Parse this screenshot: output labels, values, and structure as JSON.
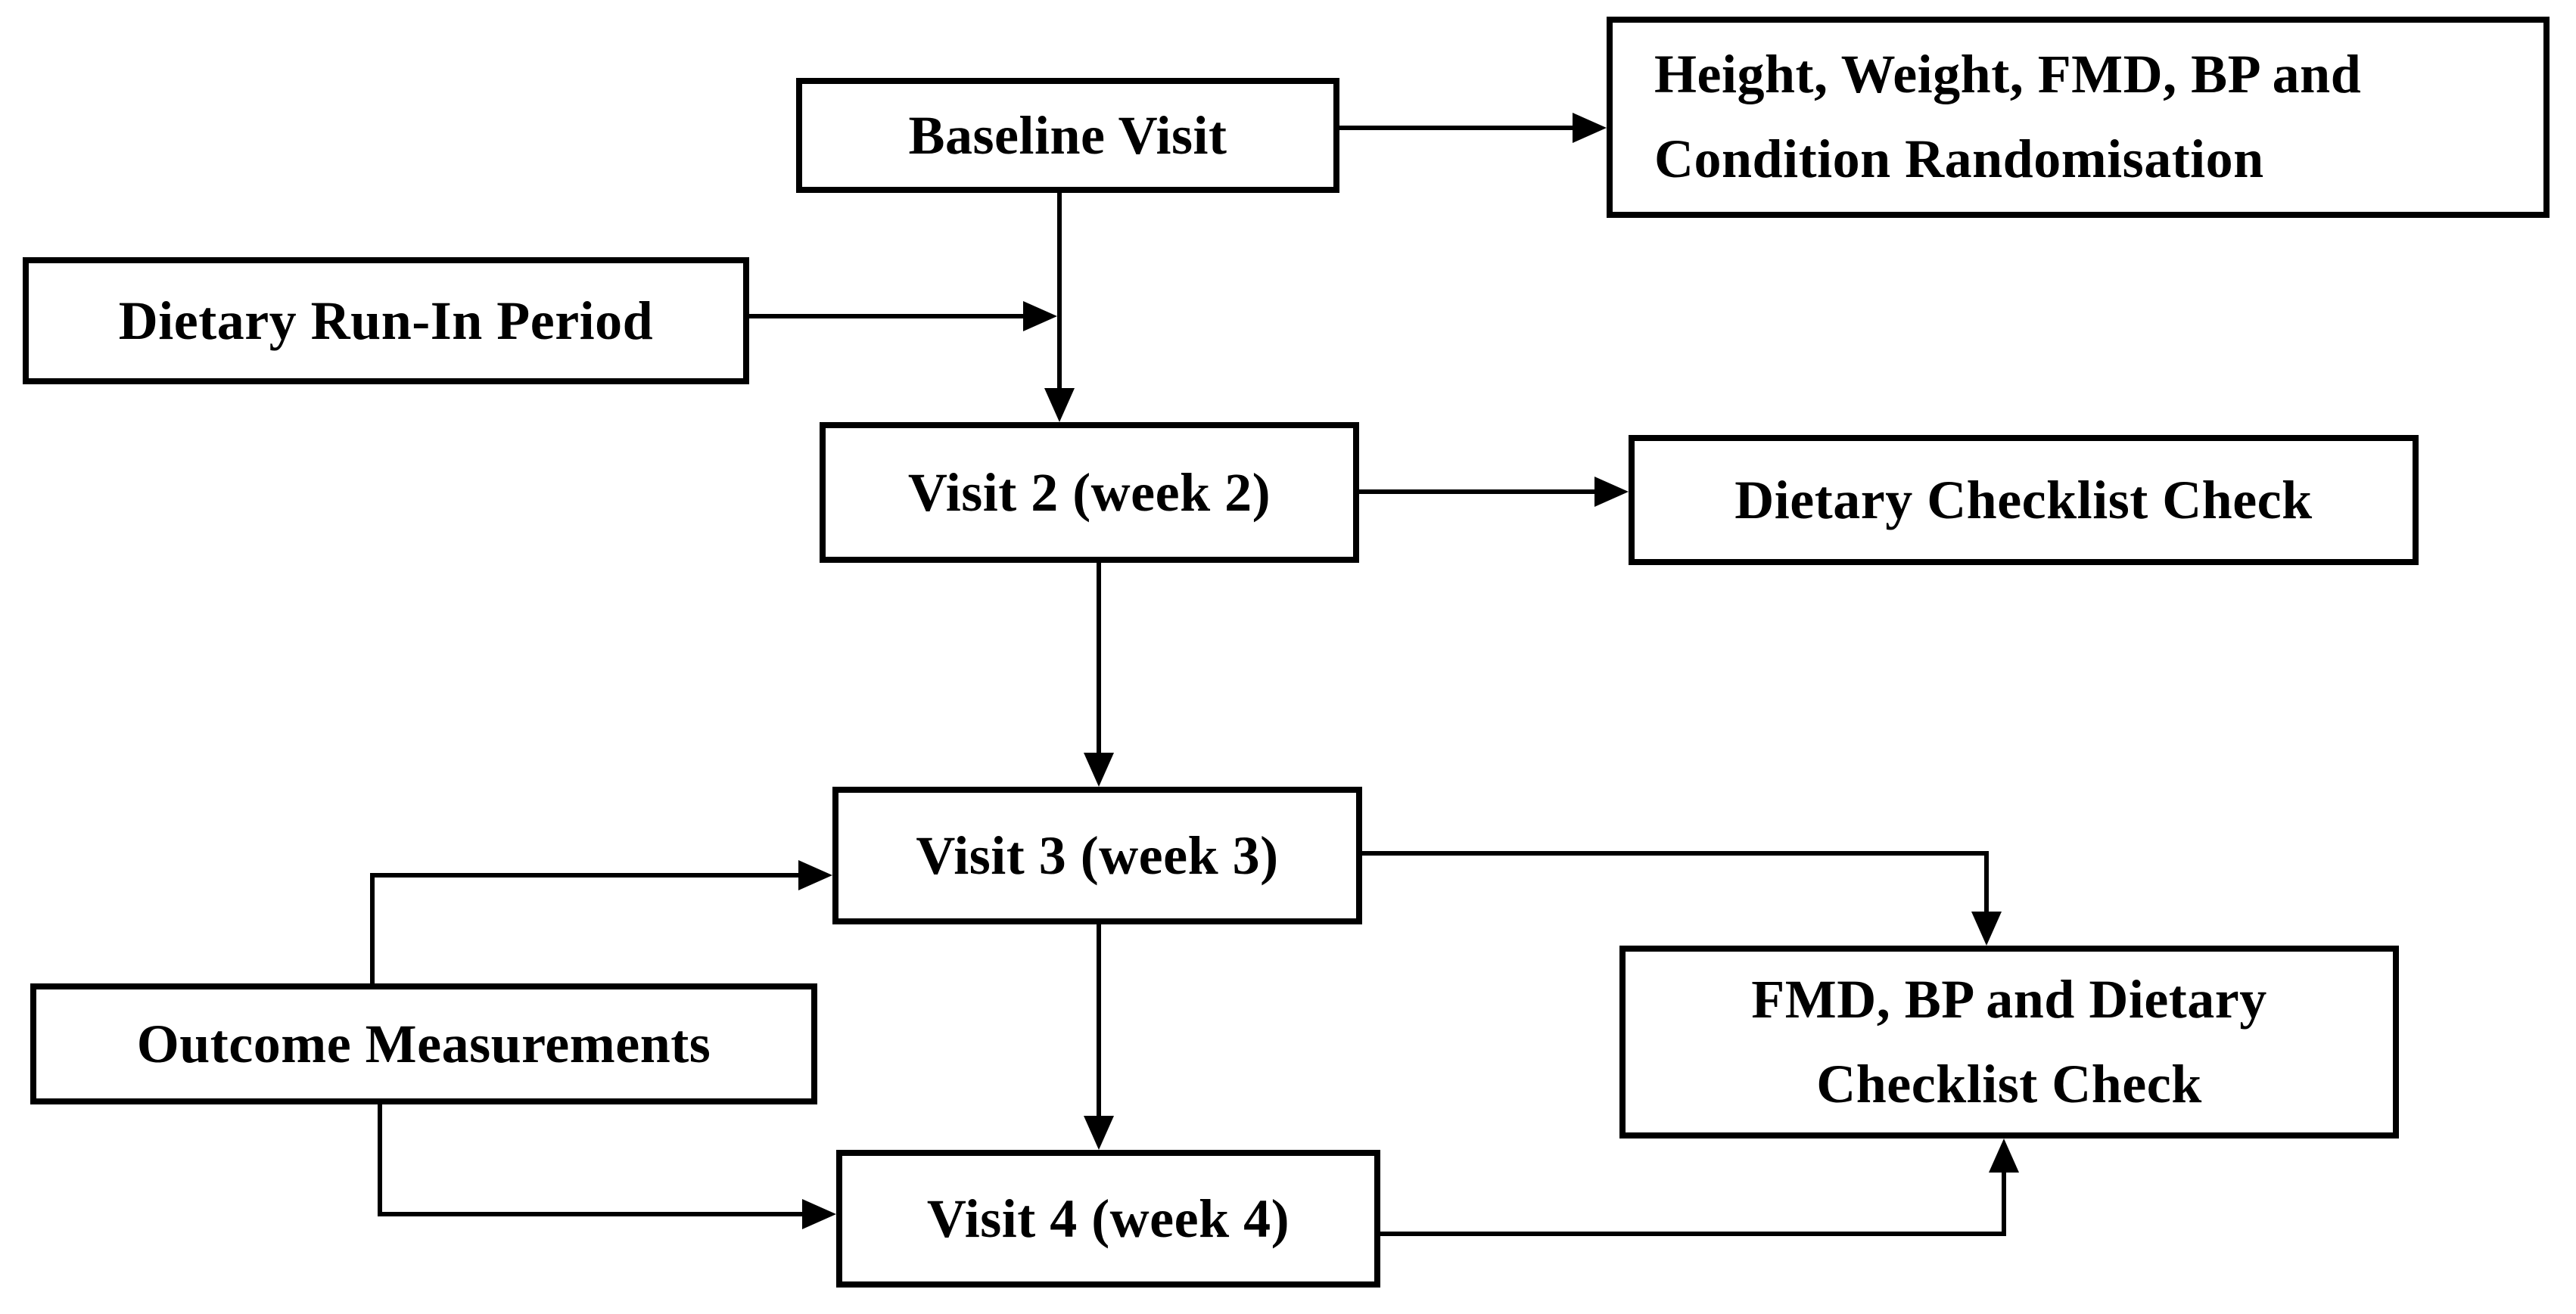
{
  "diagram": {
    "background_color": "#ffffff",
    "line_color": "#000000",
    "box_fill": "#ffffff",
    "nodes": {
      "baseline": {
        "label": "Baseline Visit"
      },
      "baseline_measures": {
        "line1": "Height, Weight, FMD, BP and",
        "line2": "Condition Randomisation"
      },
      "run_in": {
        "label": "Dietary Run-In Period"
      },
      "visit2": {
        "label": "Visit 2 (week 2)"
      },
      "dietary_checklist": {
        "label": "Dietary Checklist Check"
      },
      "visit3": {
        "label": "Visit 3 (week 3)"
      },
      "outcome": {
        "label": "Outcome Measurements"
      },
      "visit4": {
        "label": "Visit 4 (week 4)"
      },
      "fmd_checklist": {
        "line1": "FMD, BP and Dietary",
        "line2": "Checklist Check"
      }
    },
    "edges": [
      {
        "from": "baseline",
        "to": "baseline_measures"
      },
      {
        "from": "baseline",
        "to": "visit2"
      },
      {
        "from": "run_in",
        "to": "visit2"
      },
      {
        "from": "visit2",
        "to": "dietary_checklist"
      },
      {
        "from": "visit2",
        "to": "visit3"
      },
      {
        "from": "outcome",
        "to": "visit3"
      },
      {
        "from": "visit3",
        "to": "visit4"
      },
      {
        "from": "outcome",
        "to": "visit4"
      },
      {
        "from": "visit3",
        "to": "fmd_checklist"
      },
      {
        "from": "visit4",
        "to": "fmd_checklist"
      }
    ]
  }
}
